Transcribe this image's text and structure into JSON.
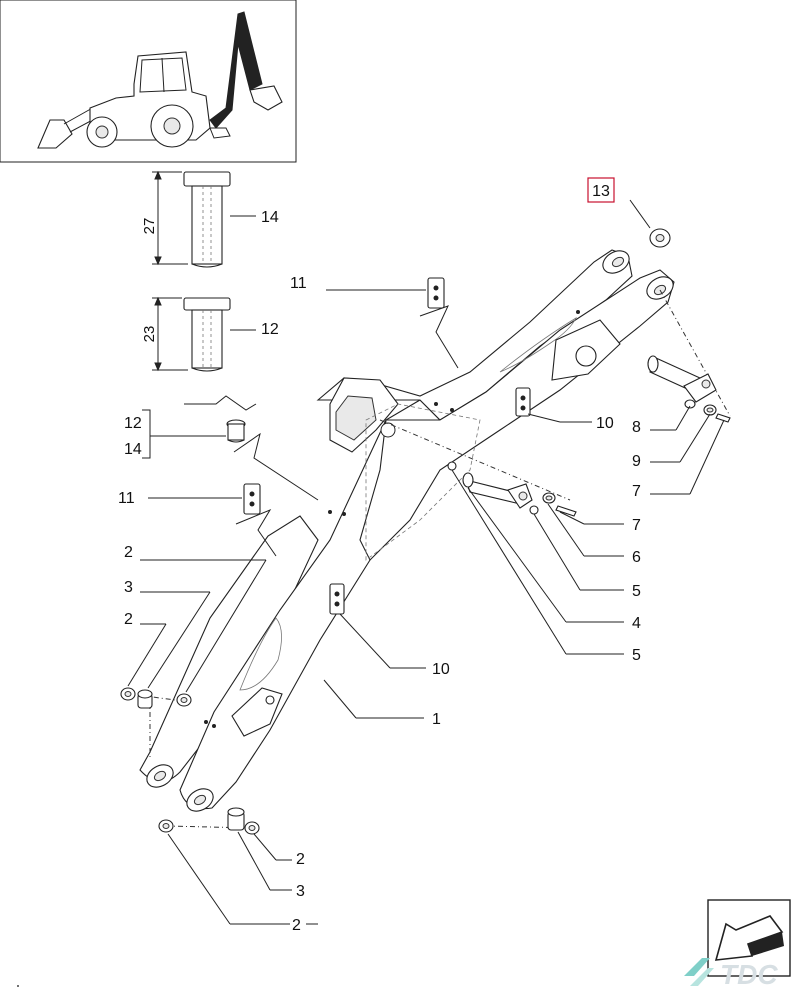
{
  "callouts": {
    "part_1": "1",
    "part_2_left_upper": "2",
    "part_2_left_lower": "2",
    "part_2_bottom_a": "2",
    "part_2_bottom_b": "2",
    "part_3_left": "3",
    "part_3_bottom": "3",
    "part_4": "4",
    "part_5_upper": "5",
    "part_5_lower": "5",
    "part_6": "6",
    "part_7_upper": "7",
    "part_7_lower": "7",
    "part_8": "8",
    "part_9": "9",
    "part_10_upper": "10",
    "part_10_lower": "10",
    "part_11_upper": "11",
    "part_11_lower": "11",
    "part_12_top": "12",
    "part_12_group": "12",
    "part_13": "13",
    "part_14_top": "14",
    "part_14_group": "14"
  },
  "dimensions": {
    "bushing_14_length": "27",
    "bushing_12_length": "23"
  },
  "logo": {
    "text": "TDC"
  }
}
